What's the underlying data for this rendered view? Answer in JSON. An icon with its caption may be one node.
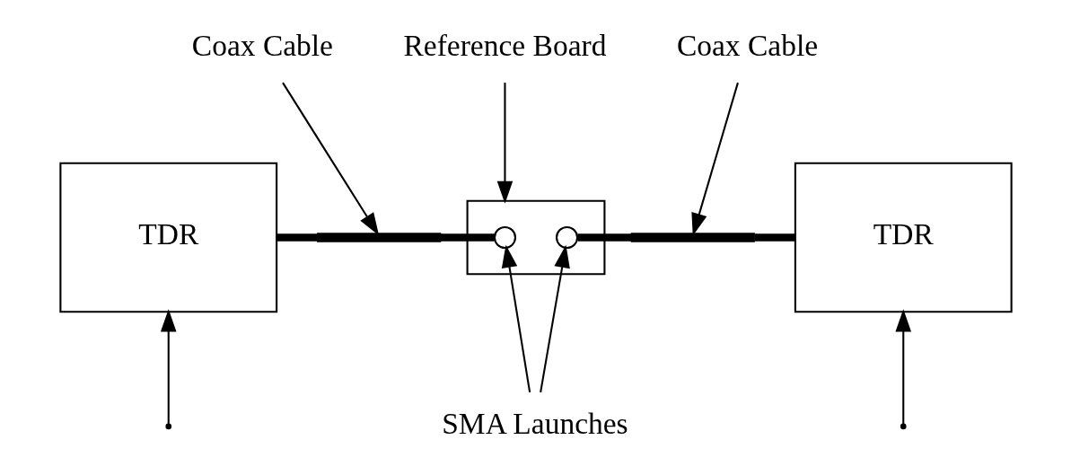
{
  "diagram": {
    "nodes": [
      {
        "text": [
          "Coax Cable"
        ]
      },
      {
        "text": [
          "Reference Board"
        ]
      },
      {
        "text": [
          "Coax Cable"
        ]
      },
      {
        "text": [
          "TDR"
        ]
      },
      {
        "text": [],
        "shape": "bar"
      },
      {
        "text": [],
        "shape": "box"
      },
      {
        "text": [],
        "shape": "circle",
        "in": 5
      },
      {
        "text": [],
        "shape": "circle",
        "in": 5
      },
      {
        "text": [],
        "shape": "bar"
      },
      {
        "text": [
          "TDR"
        ]
      },
      {
        "text": [
          "SMA Launches"
        ]
      }
    ],
    "edges": [
      {
        "from": 3,
        "to": 4,
        "arrow": "none",
        "style": "thick"
      },
      {
        "from": 4,
        "to": 6,
        "arrow": "none",
        "style": "thick"
      },
      {
        "from": 7,
        "to": 8,
        "arrow": "none",
        "style": "thick"
      },
      {
        "from": 8,
        "to": 9,
        "arrow": "none",
        "style": "thick"
      },
      {
        "from": 0,
        "to": 4,
        "arrow": "to"
      },
      {
        "from": 1,
        "to": 5,
        "arrow": "to"
      },
      {
        "from": 2,
        "to": 8,
        "arrow": "to"
      },
      {
        "from": 10,
        "to": 6,
        "arrow": "to"
      },
      {
        "from": 10,
        "to": 7,
        "arrow": "to"
      },
      {
        "from": null,
        "to": 3,
        "arrow": "to"
      },
      {
        "from": null,
        "to": 9,
        "arrow": "to"
      }
    ]
  }
}
